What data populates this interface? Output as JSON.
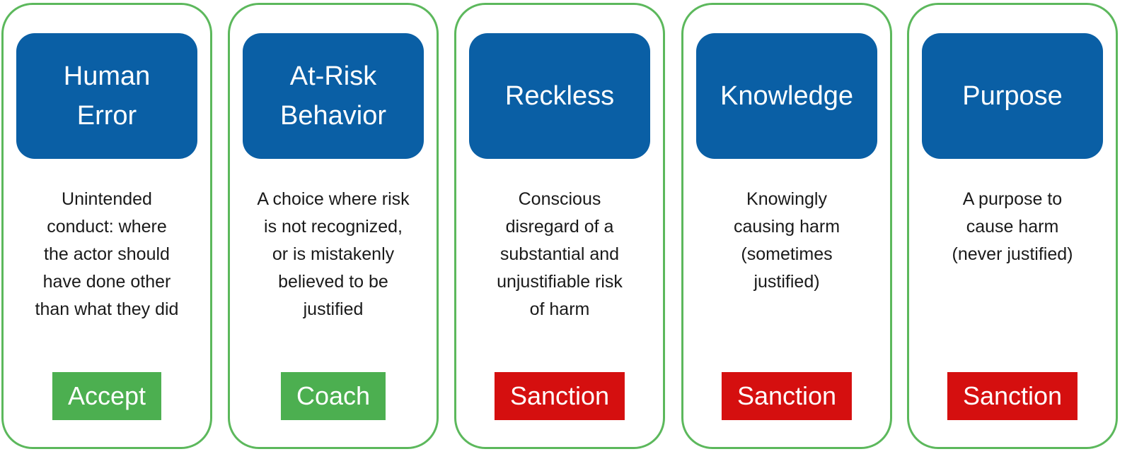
{
  "colors": {
    "card_border": "#5cb85c",
    "header_fill": "#0a5fa5",
    "accept_coach": "#4caf50",
    "sanction": "#d50f0f"
  },
  "columns": [
    {
      "title": "Human\nError",
      "description": "Unintended\nconduct: where\nthe actor should\nhave done other\nthan what they did",
      "action": "Accept",
      "action_color": "green"
    },
    {
      "title": "At-Risk\nBehavior",
      "description": "A choice where risk\nis not recognized,\nor is mistakenly\nbelieved to be\njustified",
      "action": "Coach",
      "action_color": "green"
    },
    {
      "title": "Reckless",
      "description": "Conscious\ndisregard of a\nsubstantial and\nunjustifiable risk\nof harm",
      "action": "Sanction",
      "action_color": "red"
    },
    {
      "title": "Knowledge",
      "description": "Knowingly\ncausing harm\n(sometimes\njustified)",
      "action": "Sanction",
      "action_color": "red"
    },
    {
      "title": "Purpose",
      "description": "A purpose to\ncause harm\n(never justified)",
      "action": "Sanction",
      "action_color": "red"
    }
  ]
}
